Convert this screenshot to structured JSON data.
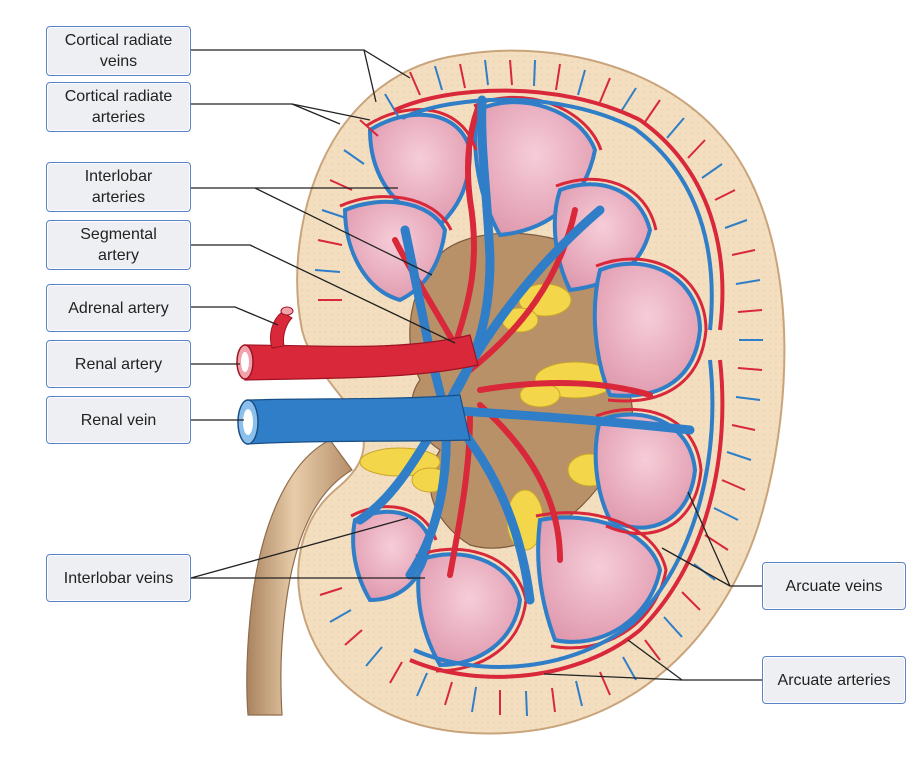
{
  "labels": {
    "cortical_radiate_veins": [
      "Cortical radiate",
      "veins"
    ],
    "cortical_radiate_arteries": [
      "Cortical radiate",
      "arteries"
    ],
    "interlobar_arteries": [
      "Interlobar",
      "arteries"
    ],
    "segmental_artery": [
      "Segmental",
      "artery"
    ],
    "adrenal_artery": "Adrenal artery",
    "renal_artery": "Renal artery",
    "renal_vein": "Renal vein",
    "interlobar_veins": "Interlobar veins",
    "arcuate_veins": "Arcuate veins",
    "arcuate_arteries": "Arcuate arteries"
  },
  "colors": {
    "artery": "#d8283a",
    "vein": "#2f7ec7",
    "cortex": "#f3dfc0",
    "medulla_pyramid": "#eab1c2",
    "fat": "#f4d64a",
    "sinus": "#9c7a55",
    "ureter": "#d2b08e",
    "label_border": "#5b82c5",
    "label_fill": "#eeeff2",
    "leader_line": "#222222"
  }
}
